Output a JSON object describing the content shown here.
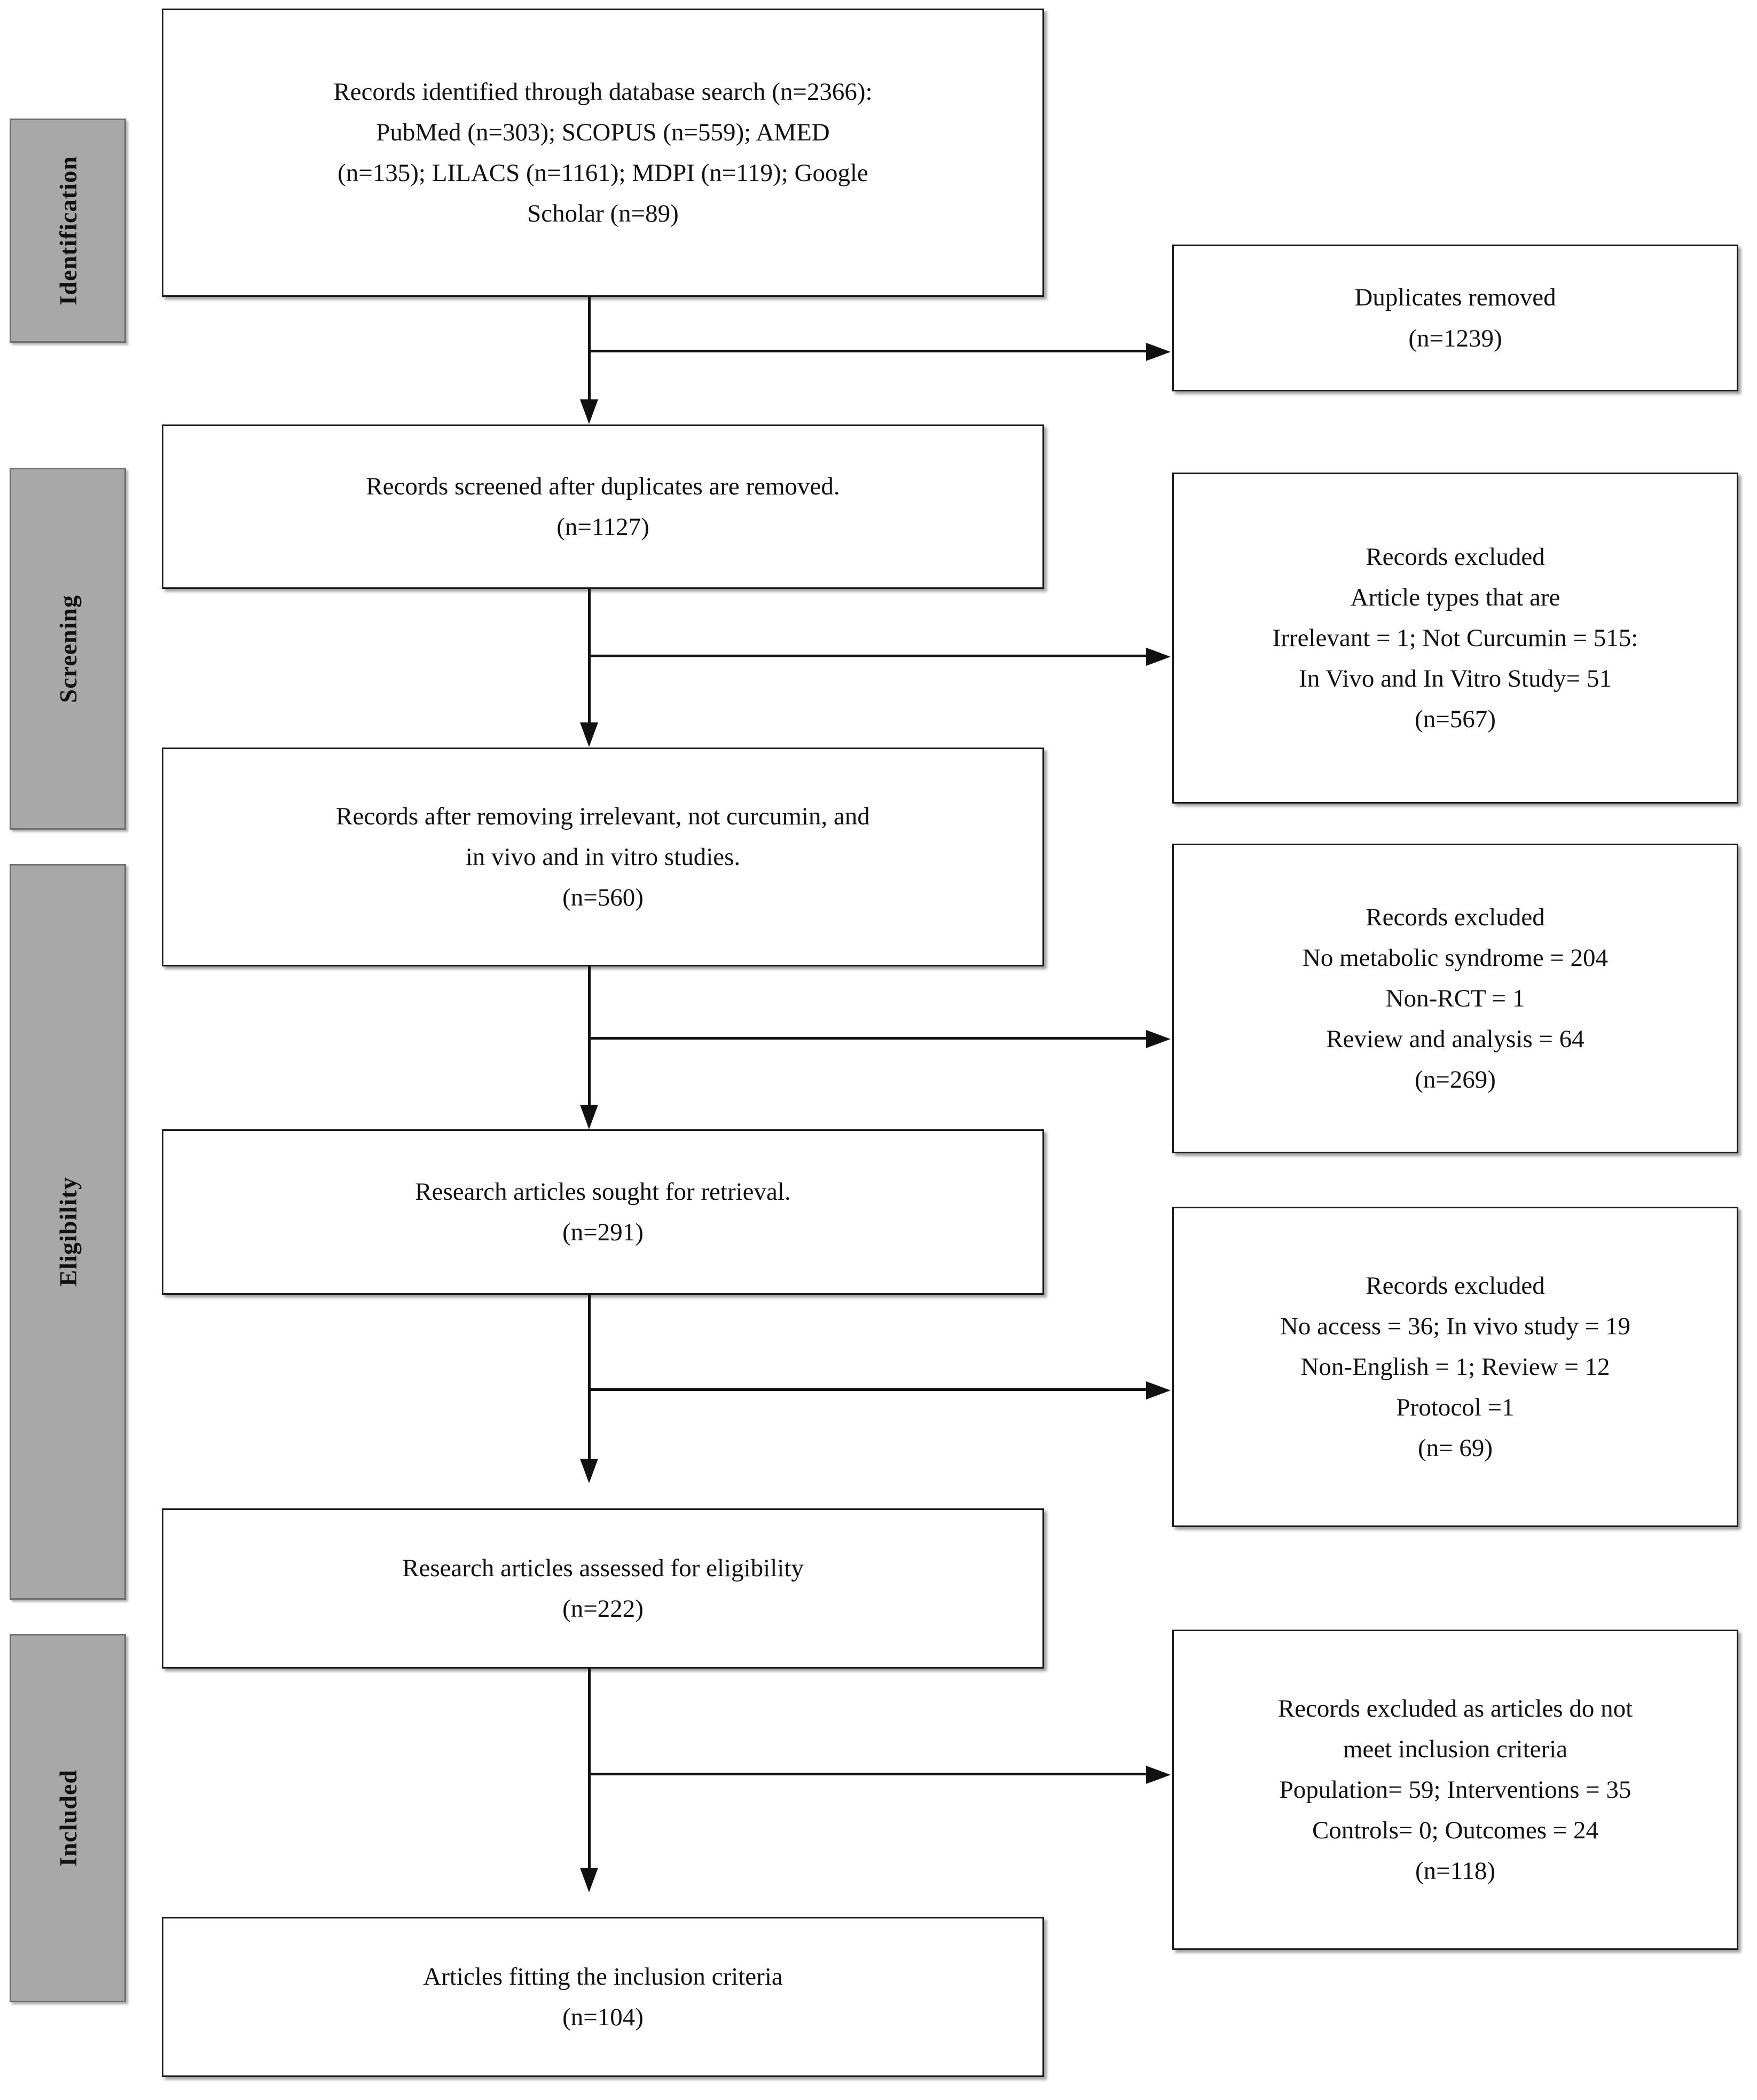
{
  "diagram": {
    "type": "PRISMA flow diagram",
    "stages": [
      {
        "id": "identification",
        "label": "Identification"
      },
      {
        "id": "screening",
        "label": "Screening"
      },
      {
        "id": "eligibility",
        "label": "Eligibility"
      },
      {
        "id": "included",
        "label": "Included"
      }
    ],
    "main_boxes": [
      {
        "id": "records-identified",
        "lines": [
          "Records identified through database search (n=2366):",
          "PubMed (n=303); SCOPUS (n=559); AMED",
          "(n=135); LILACS (n=1161); MDPI (n=119); Google",
          "Scholar (n=89)"
        ]
      },
      {
        "id": "records-screened",
        "lines": [
          "Records screened after duplicates are removed.",
          "(n=1127)"
        ]
      },
      {
        "id": "records-after-removing",
        "lines": [
          "Records after removing irrelevant, not curcumin, and",
          "in vivo and in vitro studies.",
          "(n=560)"
        ]
      },
      {
        "id": "articles-sought",
        "lines": [
          "Research articles sought for retrieval.",
          "(n=291)"
        ]
      },
      {
        "id": "articles-assessed",
        "lines": [
          "Research articles assessed for eligibility",
          "(n=222)"
        ]
      },
      {
        "id": "articles-included",
        "lines": [
          "Articles fitting the inclusion criteria",
          "(n=104)"
        ]
      }
    ],
    "exclusion_boxes": [
      {
        "id": "duplicates-removed",
        "lines": [
          "Duplicates removed",
          "(n=1239)"
        ]
      },
      {
        "id": "excluded-article-types",
        "lines": [
          "Records excluded",
          "Article types that are",
          "Irrelevant = 1; Not Curcumin = 515:",
          "In Vivo and In Vitro Study= 51",
          "(n=567)"
        ]
      },
      {
        "id": "excluded-no-metabolic-syndrome",
        "lines": [
          "Records excluded",
          "No metabolic syndrome = 204",
          "Non-RCT = 1",
          "Review and analysis = 64",
          "(n=269)"
        ]
      },
      {
        "id": "excluded-no-access",
        "lines": [
          "Records excluded",
          "No access = 36; In vivo study = 19",
          "Non-English = 1; Review = 12",
          "Protocol =1",
          "(n= 69)"
        ]
      },
      {
        "id": "excluded-inclusion-criteria",
        "lines": [
          "Records excluded as articles do not",
          "meet inclusion criteria",
          "Population= 59; Interventions = 35",
          "Controls= 0; Outcomes = 24",
          "(n=118)"
        ]
      }
    ],
    "colors": {
      "stage_fill": "#a8a8a8",
      "stage_border": "#6f6f6f",
      "box_border": "#1a1a1a",
      "box_fill": "#ffffff",
      "connector": "#111111"
    }
  }
}
